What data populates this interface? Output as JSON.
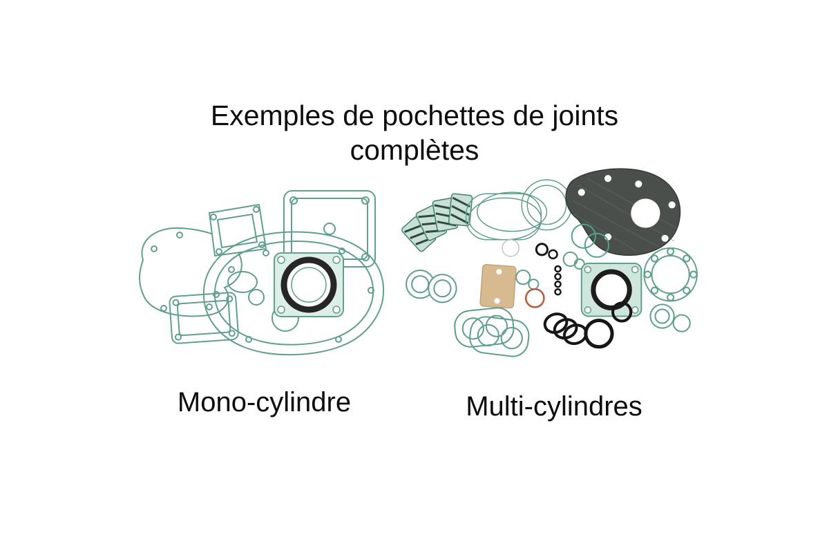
{
  "title": {
    "line1": "Exemples de pochettes de joints",
    "line2": "complètes"
  },
  "labels": {
    "mono": "Mono-cylindre",
    "multi": "Multi-cylindres"
  },
  "figures": {
    "mono": "mono-cylinder-complete-gasket-kit-photo",
    "multi": "multi-cylinder-complete-gasket-kit-photo"
  },
  "colors": {
    "background": "#ffffff",
    "text": "#0d0d0d",
    "gasket_teal": "#5f9f8b",
    "gasket_teal_light": "#cfe6dc",
    "gasket_dark": "#4a4f4b",
    "oring_black": "#161616",
    "paper_tan": "#d8ba90",
    "copper_orange": "#b65a3f"
  }
}
